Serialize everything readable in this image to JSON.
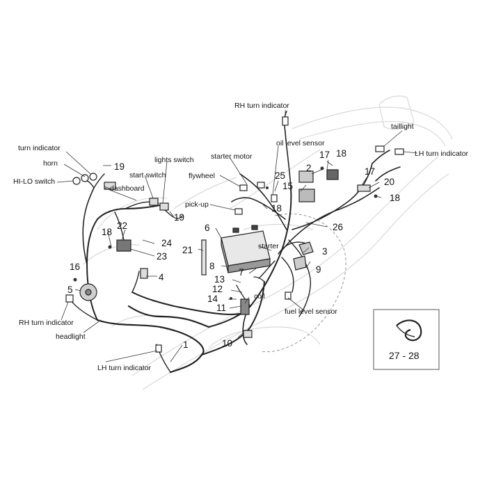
{
  "labels": {
    "rh_turn_indicator_top": "RH turn indicator",
    "taillight": "taillight",
    "lh_turn_indicator_right": "LH turn indicator",
    "turn_indicator": "turn indicator",
    "horn": "horn",
    "hi_lo_switch": "HI-LO switch",
    "dashboard": "dashboard",
    "start_switch": "start switch",
    "lights_switch": "lights switch",
    "starter_motor": "starter motor",
    "oil_level_sensor": "oil level sensor",
    "flywheel": "flywheel",
    "pick_up": "pick-up",
    "starter": "starter",
    "coil": "coil",
    "fuel_level_sensor": "fuel level sensor",
    "rh_turn_indicator_left": "RH turn indicator",
    "headlight": "headlight",
    "lh_turn_indicator_bottom": "LH turn indicator"
  },
  "part_numbers": {
    "n1": "1",
    "n2": "2",
    "n3": "3",
    "n4": "4",
    "n5": "5",
    "n6": "6",
    "n7": "7",
    "n8": "8",
    "n9": "9",
    "n10": "10",
    "n11": "11",
    "n12": "12",
    "n13": "13",
    "n14": "14",
    "n15": "15",
    "n16": "16",
    "n17a": "17",
    "n17b": "17",
    "n18a": "18",
    "n18b": "18",
    "n18c": "18",
    "n18d": "18",
    "n19a": "19",
    "n19b": "19",
    "n20": "20",
    "n21": "21",
    "n22": "22",
    "n23": "23",
    "n24": "24",
    "n25": "25",
    "n26": "26"
  },
  "inset": {
    "label": "27 - 28"
  }
}
